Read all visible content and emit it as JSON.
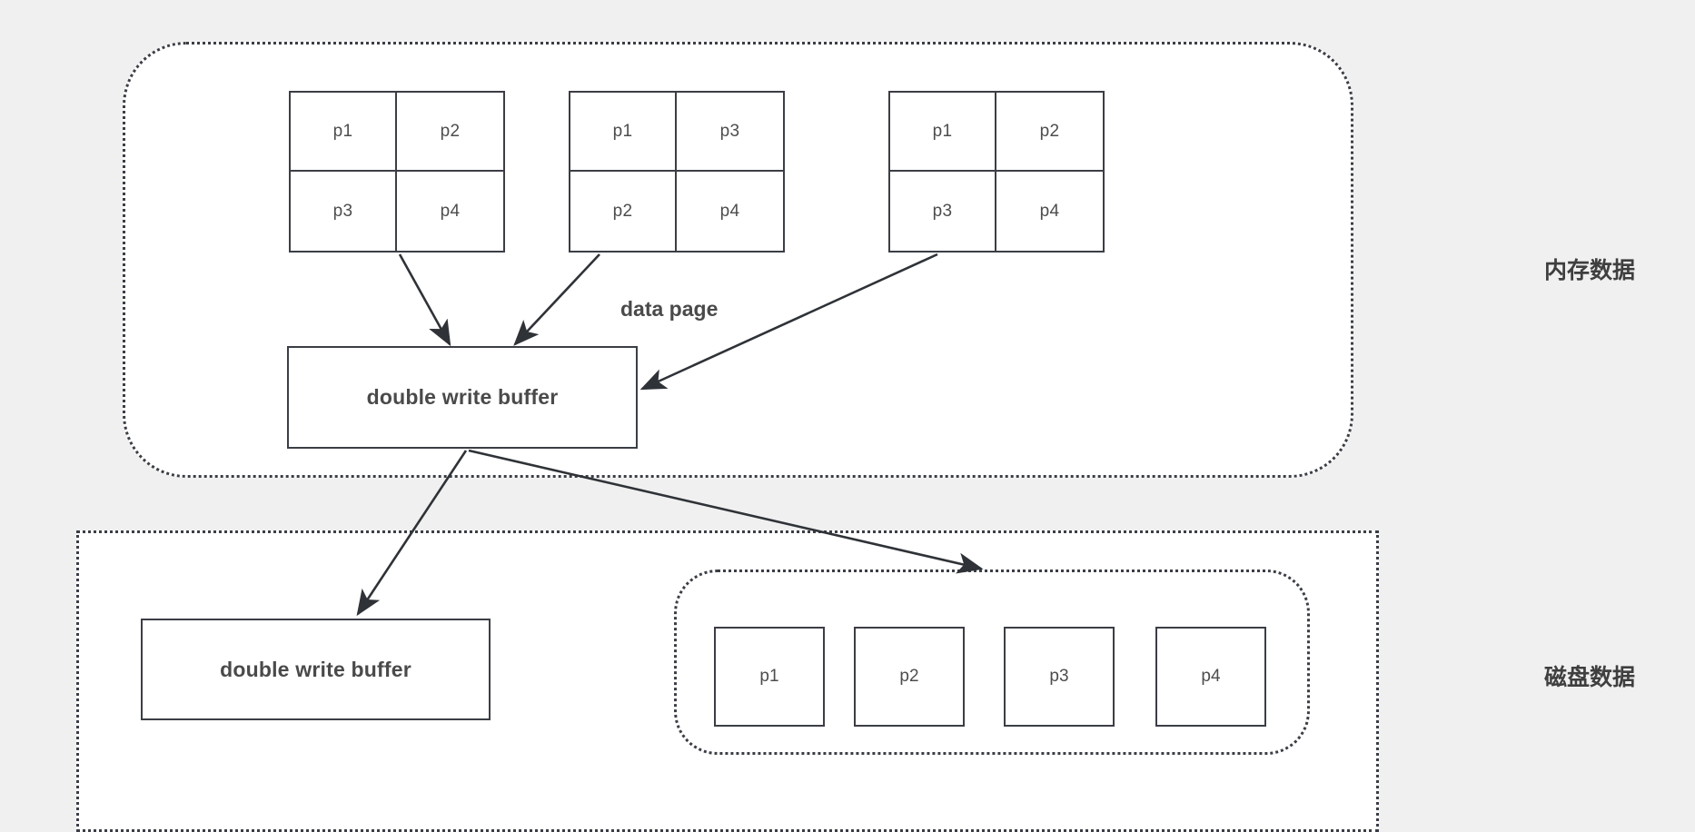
{
  "diagram": {
    "title": "InnoDB double write buffer flow",
    "background_color": "#f0f0f0",
    "stroke_color": "#3b3f45",
    "text_color": "#4a4a4a"
  },
  "memory_region": {
    "side_label": "内存数据",
    "data_page_label": "data page",
    "grids": [
      {
        "name": "data-page-grid-1",
        "cells": [
          "p1",
          "p2",
          "p3",
          "p4"
        ]
      },
      {
        "name": "data-page-grid-2",
        "cells": [
          "p1",
          "p3",
          "p2",
          "p4"
        ]
      },
      {
        "name": "data-page-grid-3",
        "cells": [
          "p1",
          "p2",
          "p3",
          "p4"
        ]
      }
    ],
    "buffer_label": "double write buffer"
  },
  "disk_region": {
    "side_label": "磁盘数据",
    "buffer_label": "double write buffer",
    "pages": [
      "p1",
      "p2",
      "p3",
      "p4"
    ]
  },
  "arrows": [
    {
      "name": "grid1-to-mem-buffer",
      "from": "data-page-grid-1",
      "to": "memory-double-write-buffer"
    },
    {
      "name": "grid2-to-mem-buffer",
      "from": "data-page-grid-2",
      "to": "memory-double-write-buffer"
    },
    {
      "name": "grid3-to-mem-buffer",
      "from": "data-page-grid-3",
      "to": "memory-double-write-buffer"
    },
    {
      "name": "mem-buffer-to-disk-buffer",
      "from": "memory-double-write-buffer",
      "to": "disk-double-write-buffer"
    },
    {
      "name": "mem-buffer-to-disk-pages",
      "from": "memory-double-write-buffer",
      "to": "disk-pages-group"
    }
  ]
}
